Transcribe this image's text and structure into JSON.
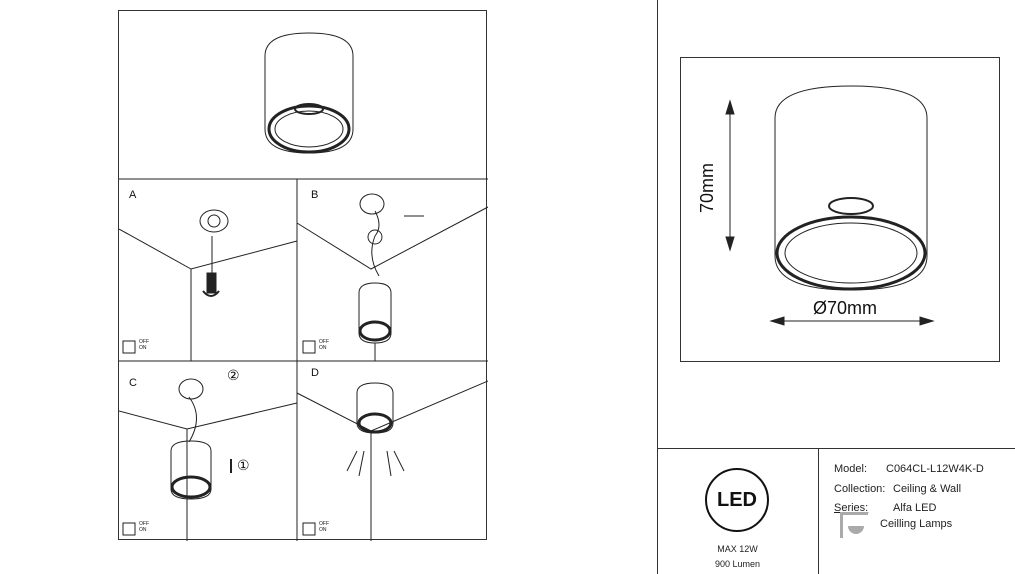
{
  "steps": [
    {
      "label": "A",
      "switch_off": "OFF",
      "switch_on": "ON"
    },
    {
      "label": "B",
      "switch_off": "OFF",
      "switch_on": "ON"
    },
    {
      "label": "C",
      "switch_off": "OFF",
      "switch_on": "ON",
      "marker_top": "②",
      "marker_arrow": "①"
    },
    {
      "label": "D",
      "switch_off": "OFF",
      "switch_on": "ON"
    }
  ],
  "dimensions": {
    "height": "70mm",
    "diameter": "Ø70mm"
  },
  "specs": {
    "led_logo": "LED",
    "power": "MAX 12W",
    "lumen": "900 Lumen",
    "model_label": "Model:",
    "model_value": "C064CL-L12W4K-D",
    "collection_label": "Collection:",
    "collection_value": "Ceiling & Wall",
    "series_label": "Series:",
    "series_value": "Alfa LED",
    "category": "Ceilling Lamps"
  }
}
